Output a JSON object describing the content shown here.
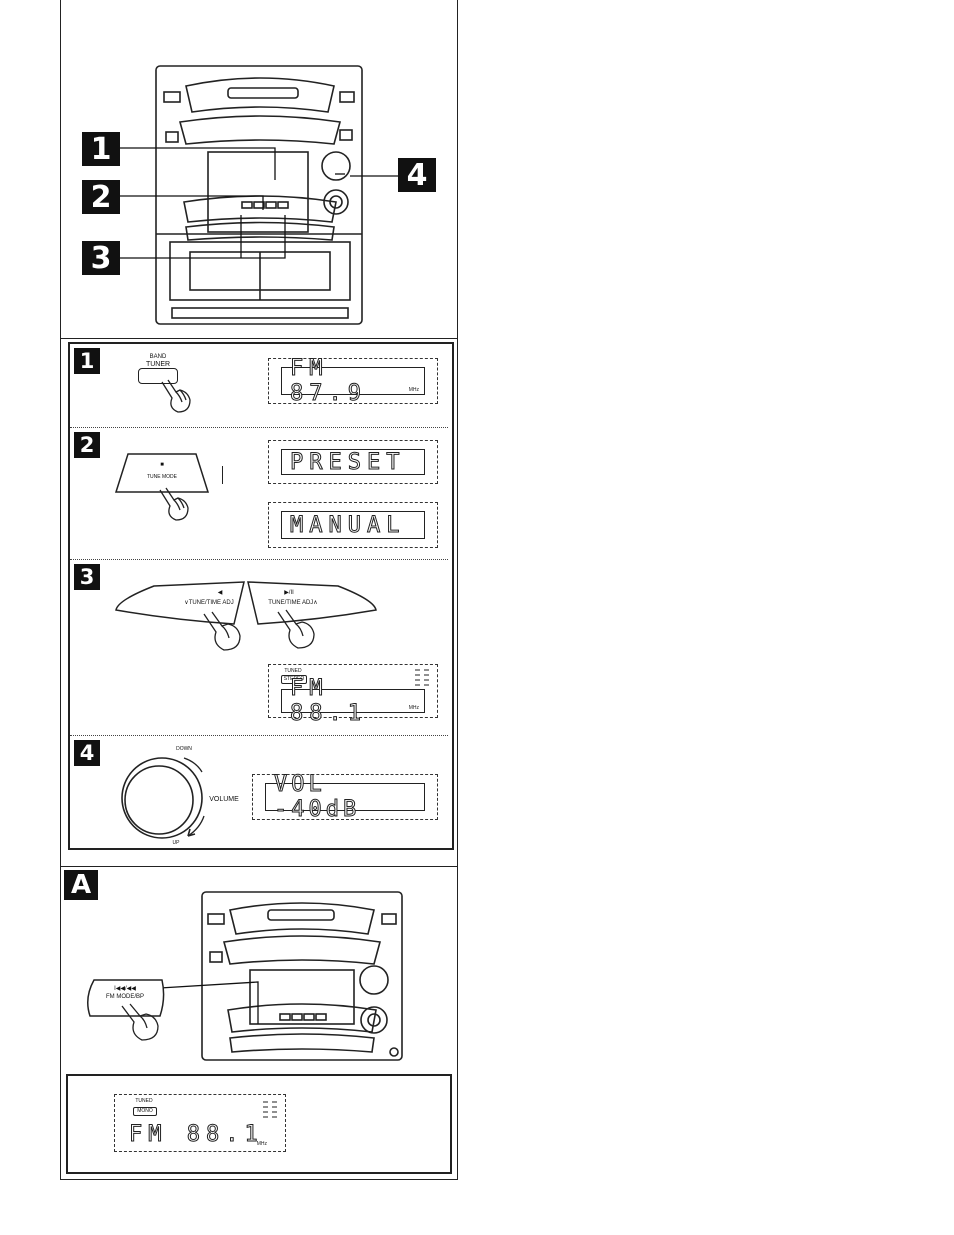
{
  "markers": {
    "step1": "1",
    "step2": "2",
    "step3": "3",
    "step4": "4",
    "section_a": "A"
  },
  "step1": {
    "button_label_top": "BAND",
    "button_label": "TUNER",
    "display": "FM  87.9",
    "display_unit": "MHz"
  },
  "step2": {
    "button_label": "TUNE MODE",
    "button_symbol": "■",
    "display_1": "PRESET",
    "display_2": "MANUAL"
  },
  "step3": {
    "left_symbol": "◀",
    "left_label": "∨TUNE/TIME ADJ",
    "right_symbol": "▶/II",
    "right_label": "TUNE/TIME ADJ∧",
    "indicator_tuned": "TUNED",
    "indicator_stereo": "STEREO",
    "display": "FM  88.1",
    "display_unit": "MHz"
  },
  "step4": {
    "label_down": "DOWN",
    "label_volume": "VOLUME",
    "label_up": "UP",
    "display": "VOL  -40dB"
  },
  "section_a": {
    "button_symbol": "I◀◀/◀◀",
    "button_label": "FM MODE/BP",
    "indicator_tuned": "TUNED",
    "indicator_mono": "MONO",
    "display": "FM  88.1",
    "display_unit": "MHz"
  },
  "icons": {
    "stereo_unit": "stereo-system-icon",
    "hand": "pressing-hand-icon",
    "knob": "volume-knob-icon"
  }
}
